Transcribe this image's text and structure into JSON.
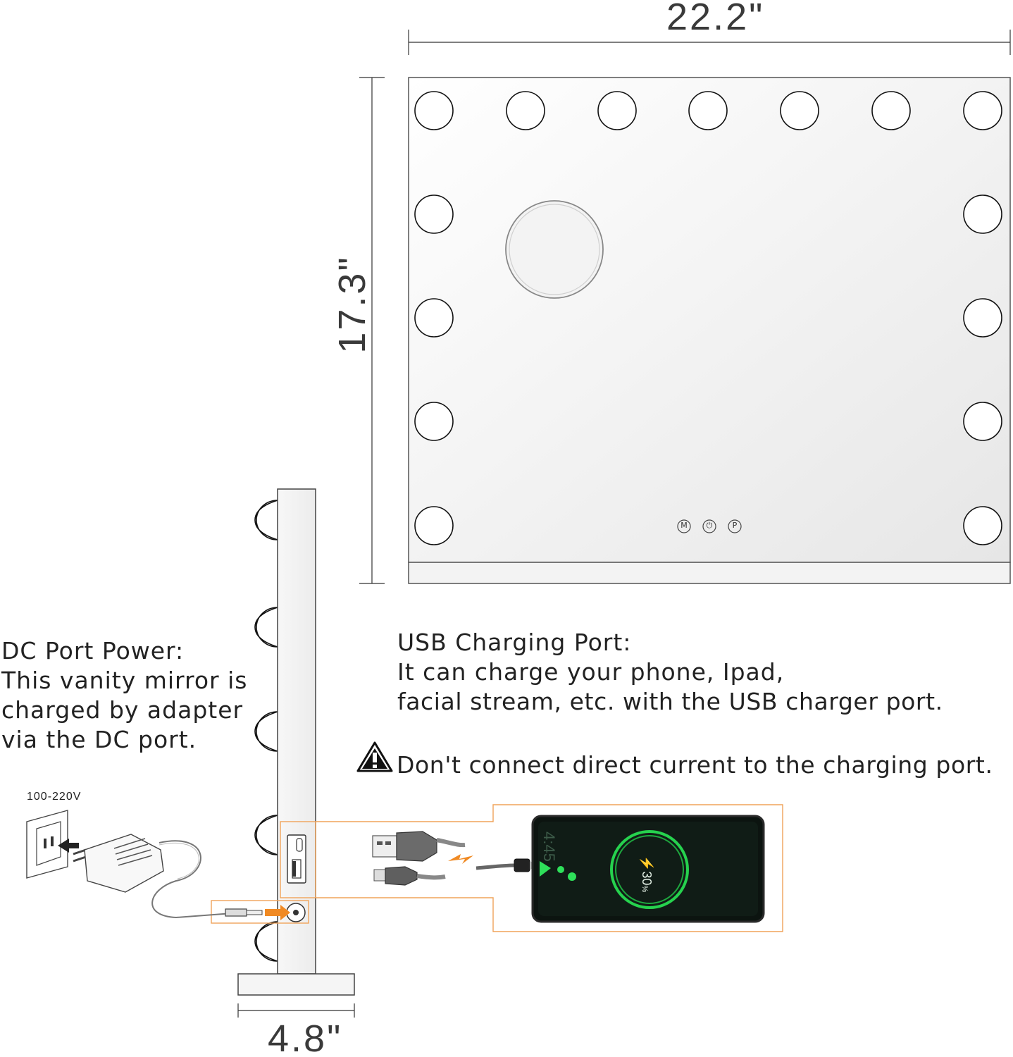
{
  "dimensions": {
    "width": "22.2\"",
    "height": "17.3\"",
    "depth": "4.8\""
  },
  "dc_port": {
    "lines": [
      "DC Port Power:",
      "This vanity mirror is",
      "charged by adapter",
      "via the DC port."
    ]
  },
  "usb_port": {
    "lines": [
      "USB Charging Port:",
      "It can charge your phone, Ipad,",
      "facial stream, etc. with the USB charger port."
    ]
  },
  "warning": {
    "text": "Don't connect direct current to the charging port.",
    "icon": "warning-triangle-icon"
  },
  "voltage_label": "100-220V",
  "touch_buttons": [
    "M",
    "⏻",
    "P"
  ],
  "phone": {
    "time": "4:45",
    "battery_text": "30",
    "battery_unit": "%"
  },
  "colors": {
    "accent_orange": "#f08a24",
    "callout_border": "#f0a35a",
    "battery_green": "#2ee05a"
  }
}
